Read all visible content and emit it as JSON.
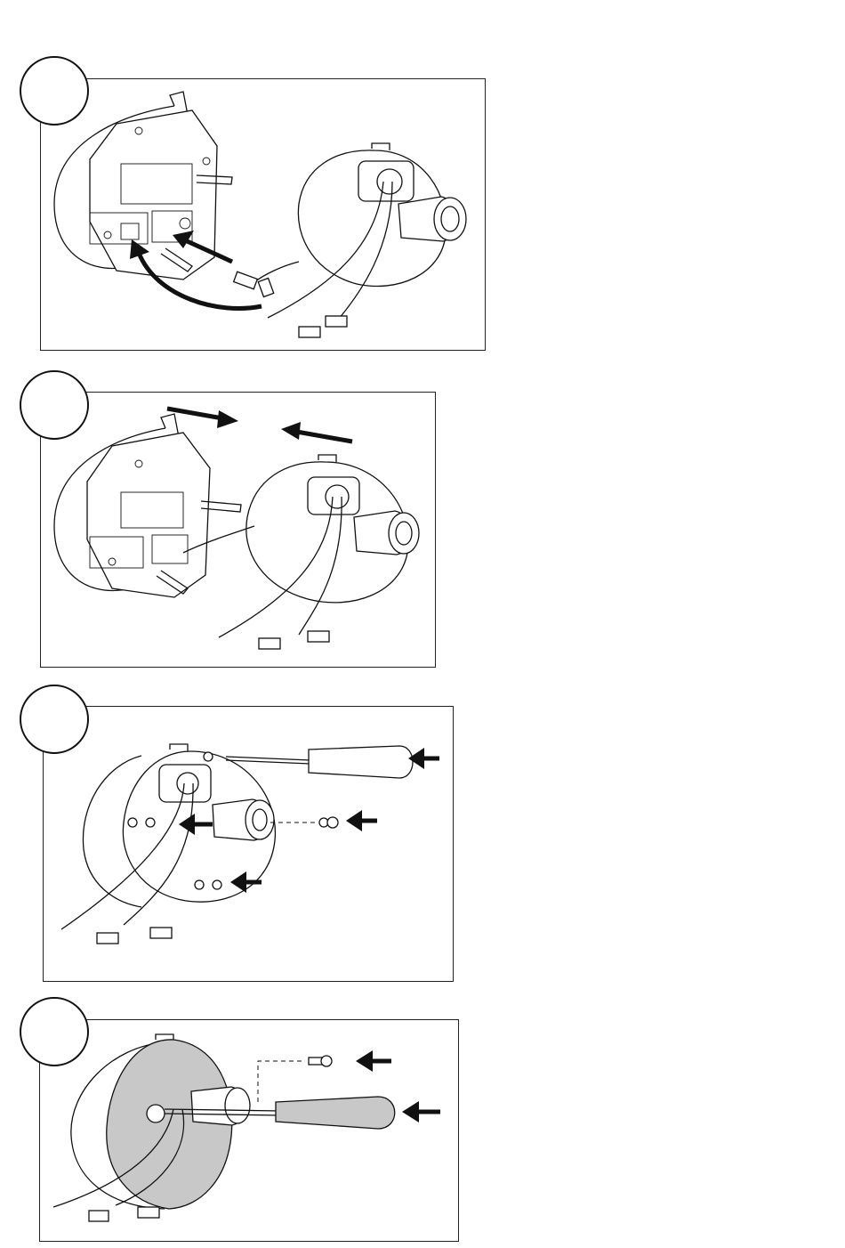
{
  "steps": [
    {
      "id": "step-1",
      "number": ""
    },
    {
      "id": "step-2",
      "number": ""
    },
    {
      "id": "step-3",
      "number": ""
    },
    {
      "id": "step-4",
      "number": ""
    }
  ],
  "colors": {
    "line": "#111111",
    "background": "#ffffff",
    "shaded": "#c8c8c8"
  },
  "icons": [
    "arrow-icon",
    "screwdriver-icon",
    "screw-icon",
    "cable-icon",
    "connector-icon"
  ]
}
